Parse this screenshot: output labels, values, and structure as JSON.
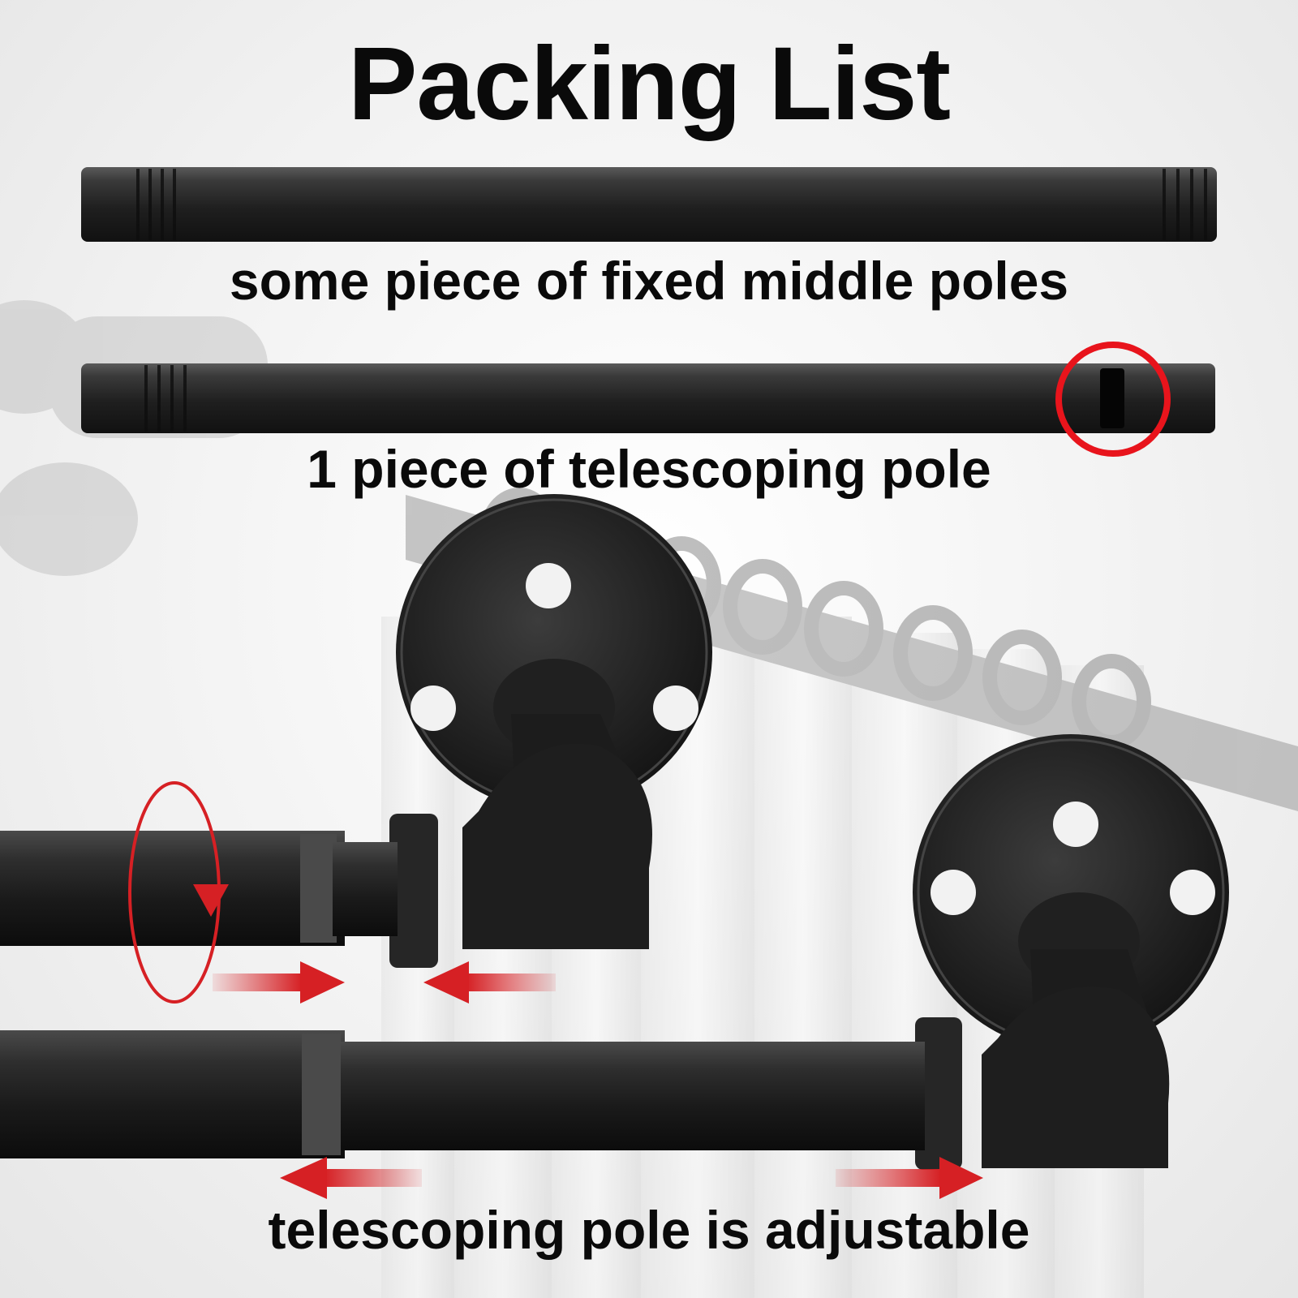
{
  "title": "Packing List",
  "captions": {
    "fixed_poles": "some piece of fixed middle poles",
    "telescoping_pole": "1 piece of telescoping pole",
    "adjustable": "telescoping pole is adjustable"
  },
  "colors": {
    "pole": "#2a2a2a",
    "highlight_circle": "#e8141c",
    "arrow": "#d62024",
    "background": "#f2f2f2"
  },
  "icons": {
    "highlight": "circle-highlight-icon",
    "rotate": "rotate-arrow-icon",
    "push": "arrow-right-icon",
    "pull": "arrow-left-icon"
  }
}
